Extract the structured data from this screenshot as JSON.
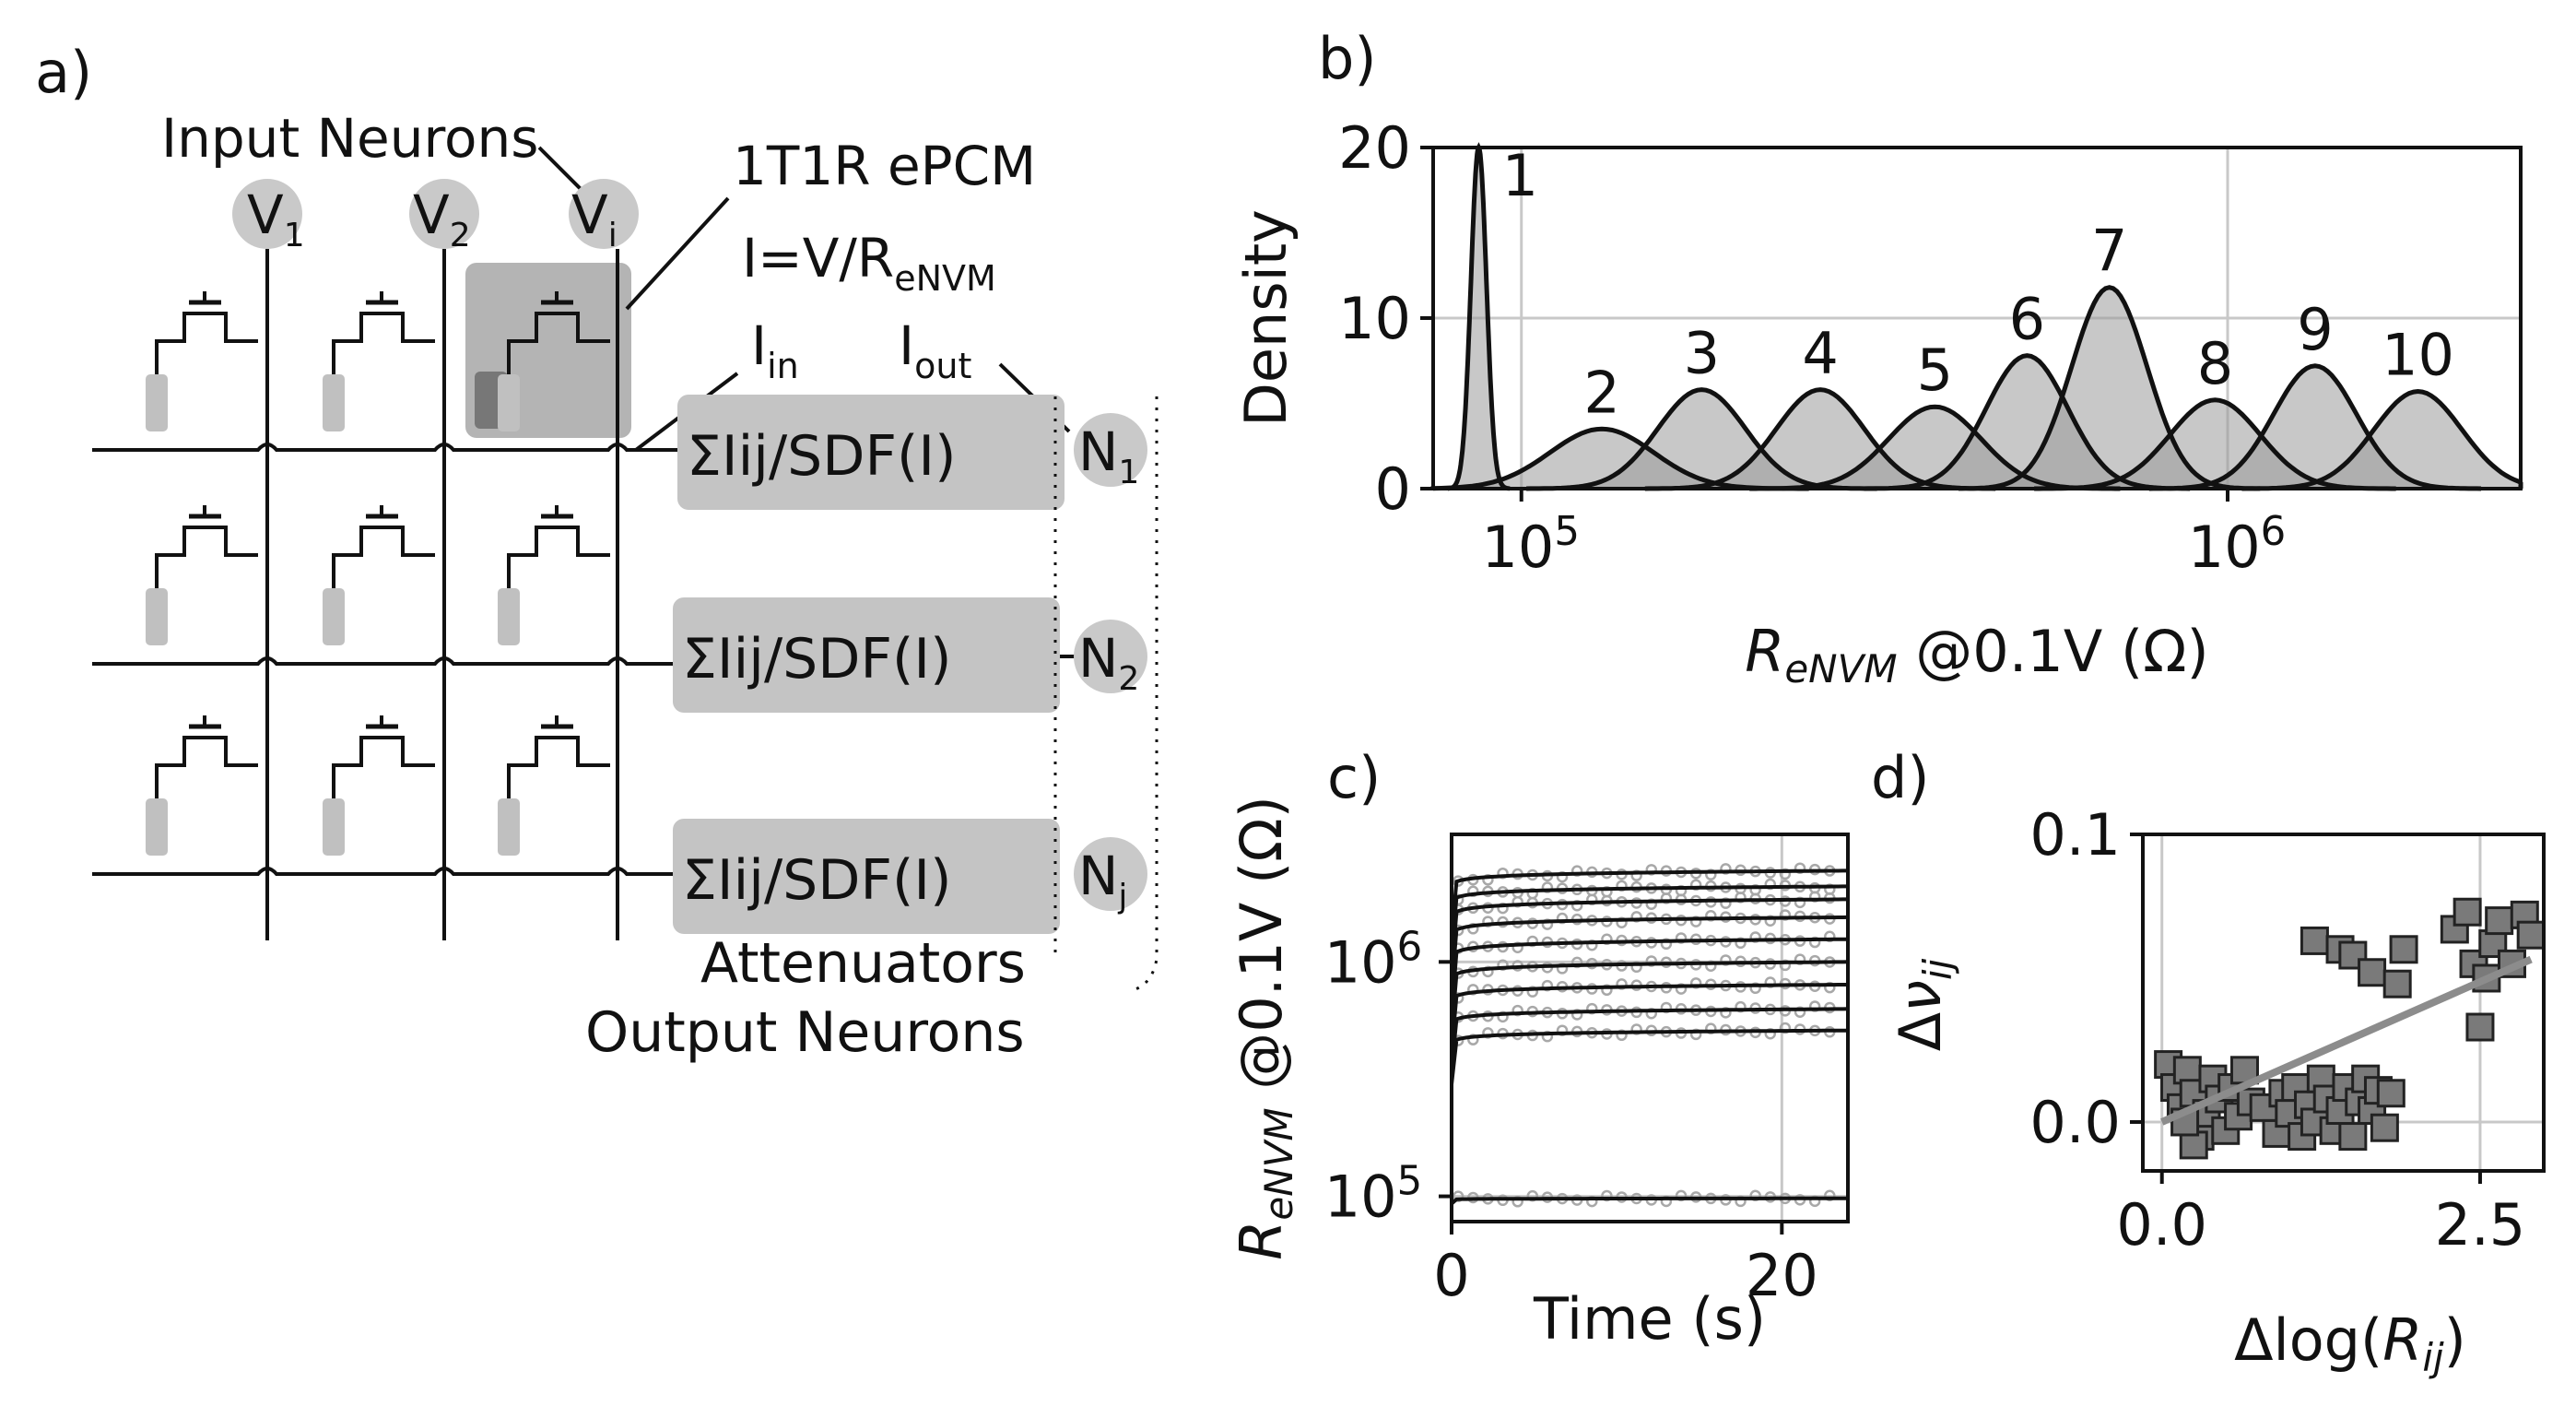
{
  "panel_labels": {
    "a": "a)",
    "b": "b)",
    "c": "c)",
    "d": "d)"
  },
  "schematic": {
    "input_neurons_label": "Input Neurons",
    "device_label": "1T1R ePCM",
    "inputs": [
      {
        "main": "V",
        "sub": "1"
      },
      {
        "main": "V",
        "sub": "2"
      },
      {
        "main": "V",
        "sub": "i"
      }
    ],
    "ohm_law": {
      "main": "I=V/R",
      "sub": "eNVM"
    },
    "i_in": {
      "main": "I",
      "sub": "in"
    },
    "i_out": {
      "main": "I",
      "sub": "out"
    },
    "attenuator_boxes": [
      "ΣIij/SDF(I)",
      "ΣIij/SDF(I)",
      "ΣIij/SDF(I)"
    ],
    "outputs": [
      {
        "main": "N",
        "sub": "1"
      },
      {
        "main": "N",
        "sub": "2"
      },
      {
        "main": "N",
        "sub": "j"
      }
    ],
    "attenuators_label": "Attenuators",
    "output_neurons_label": "Output Neurons"
  },
  "chart_data": [
    {
      "panel": "b",
      "type": "area",
      "xlabel": "R_eNVM @0.1V (Ω)",
      "ylabel": "Density",
      "xscale": "log",
      "xlim": [
        75000,
        2600000
      ],
      "ylim": [
        0,
        20
      ],
      "xticks": [
        {
          "value": 100000,
          "label": "10^5"
        },
        {
          "value": 1000000,
          "label": "10^6"
        }
      ],
      "yticks": [
        0,
        10,
        20
      ],
      "grid": true,
      "series": [
        {
          "name": "1",
          "center": 87000,
          "peak": 20.0
        },
        {
          "name": "2",
          "center": 130000,
          "peak": 3.5
        },
        {
          "name": "3",
          "center": 180000,
          "peak": 5.8
        },
        {
          "name": "4",
          "center": 265000,
          "peak": 5.8
        },
        {
          "name": "5",
          "center": 385000,
          "peak": 4.8
        },
        {
          "name": "6",
          "center": 520000,
          "peak": 7.8
        },
        {
          "name": "7",
          "center": 680000,
          "peak": 11.8
        },
        {
          "name": "8",
          "center": 960000,
          "peak": 5.2
        },
        {
          "name": "9",
          "center": 1330000,
          "peak": 7.2
        },
        {
          "name": "10",
          "center": 1860000,
          "peak": 5.7
        }
      ]
    },
    {
      "panel": "c",
      "type": "line",
      "xlabel": "Time (s)",
      "ylabel": "R_eNVM @0.1V (Ω)",
      "yscale": "log",
      "xlim": [
        0,
        24
      ],
      "ylim": [
        78000,
        3500000
      ],
      "xticks": [
        0,
        20
      ],
      "yticks": [
        {
          "value": 100000,
          "label": "10^5"
        },
        {
          "value": 1000000,
          "label": "10^6"
        }
      ],
      "grid": true,
      "series": [
        {
          "name": "",
          "final": 98000,
          "initial": 93000
        },
        {
          "name": "",
          "final": 510000,
          "initial": 300000
        },
        {
          "name": "",
          "final": 630000,
          "initial": 350000
        },
        {
          "name": "",
          "final": 800000,
          "initial": 420000
        },
        {
          "name": "",
          "final": 1000000,
          "initial": 500000
        },
        {
          "name": "",
          "final": 1250000,
          "initial": 600000
        },
        {
          "name": "",
          "final": 1550000,
          "initial": 760000
        },
        {
          "name": "",
          "final": 1850000,
          "initial": 900000
        },
        {
          "name": "",
          "final": 2100000,
          "initial": 1100000
        },
        {
          "name": "",
          "final": 2450000,
          "initial": 1300000
        }
      ]
    },
    {
      "panel": "d",
      "type": "scatter",
      "xlabel": "Δlog(R_ij)",
      "ylabel": "Δν_ij",
      "xlim": [
        -0.15,
        3.0
      ],
      "ylim": [
        -0.017,
        0.1
      ],
      "xticks": [
        0.0,
        2.5
      ],
      "yticks": [
        0.0,
        0.1
      ],
      "grid": true,
      "points": [
        [
          0.05,
          0.02
        ],
        [
          0.1,
          0.012
        ],
        [
          0.15,
          0.005
        ],
        [
          0.2,
          0.018
        ],
        [
          0.25,
          0.01
        ],
        [
          0.3,
          -0.005
        ],
        [
          0.35,
          0.003
        ],
        [
          0.4,
          0.015
        ],
        [
          0.45,
          0.008
        ],
        [
          0.5,
          -0.003
        ],
        [
          0.55,
          0.012
        ],
        [
          0.6,
          0.002
        ],
        [
          0.65,
          0.018
        ],
        [
          0.7,
          0.007
        ],
        [
          0.25,
          -0.008
        ],
        [
          0.18,
          0.0
        ],
        [
          0.8,
          0.005
        ],
        [
          0.9,
          -0.004
        ],
        [
          0.95,
          0.01
        ],
        [
          1.0,
          0.003
        ],
        [
          1.05,
          0.012
        ],
        [
          1.1,
          -0.005
        ],
        [
          1.15,
          0.006
        ],
        [
          1.2,
          0.0
        ],
        [
          1.25,
          0.015
        ],
        [
          1.3,
          0.008
        ],
        [
          1.35,
          -0.003
        ],
        [
          1.4,
          0.004
        ],
        [
          1.45,
          0.012
        ],
        [
          1.5,
          -0.005
        ],
        [
          1.55,
          0.007
        ],
        [
          1.6,
          0.015
        ],
        [
          1.65,
          0.004
        ],
        [
          1.7,
          0.011
        ],
        [
          1.75,
          -0.002
        ],
        [
          1.8,
          0.01
        ],
        [
          1.2,
          0.063
        ],
        [
          1.4,
          0.06
        ],
        [
          1.5,
          0.058
        ],
        [
          1.65,
          0.052
        ],
        [
          1.9,
          0.06
        ],
        [
          2.3,
          0.067
        ],
        [
          2.4,
          0.073
        ],
        [
          2.45,
          0.055
        ],
        [
          2.5,
          0.033
        ],
        [
          2.55,
          0.05
        ],
        [
          2.6,
          0.062
        ],
        [
          2.65,
          0.07
        ],
        [
          2.75,
          0.055
        ],
        [
          2.85,
          0.072
        ],
        [
          2.9,
          0.065
        ],
        [
          1.85,
          0.048
        ]
      ],
      "fit": {
        "slope": 0.0195,
        "intercept": 0.0
      }
    }
  ]
}
